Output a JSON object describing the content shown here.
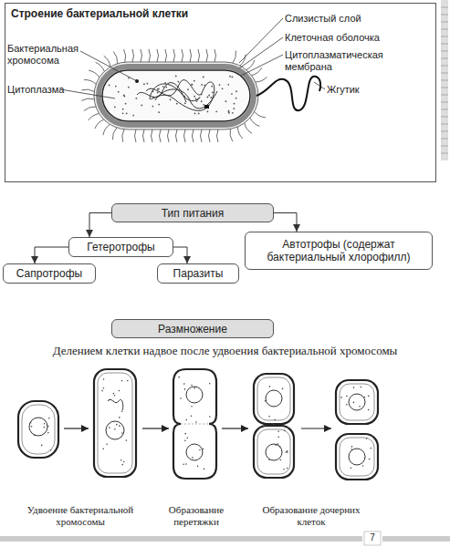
{
  "diagram": {
    "nodes": [
      {
        "text": [
          "Строение бактериальной клетки"
        ]
      },
      {
        "text": [
          "Тип питания"
        ]
      },
      {
        "text": [
          "Гетеротрофы"
        ]
      },
      {
        "text": [
          "Автотрофы (содержат бактериальный хлорофилл)"
        ]
      },
      {
        "text": [
          "Сапротрофы"
        ]
      },
      {
        "text": [
          "Паразиты"
        ]
      },
      {
        "text": [
          "Размножение"
        ]
      }
    ],
    "edges": [
      {
        "from": 1,
        "to": 2,
        "arrow": "to"
      },
      {
        "from": 1,
        "to": 3,
        "arrow": "to"
      },
      {
        "from": 2,
        "to": 4,
        "arrow": "to"
      },
      {
        "from": 2,
        "to": 5,
        "arrow": "to"
      }
    ],
    "labels": [
      "Слизистый слой",
      "Клеточная оболочка",
      "Цитоплазматическая мембрана",
      "Жгутик",
      "Бактериальная хромосома",
      "Цитоплазма",
      "Делением клетки надвое после удвоения бактериальной хромосомы",
      "Удвоение бактериальной хромосомы",
      "Образование перетяжки",
      "Образование дочерних клеток",
      "7"
    ]
  }
}
